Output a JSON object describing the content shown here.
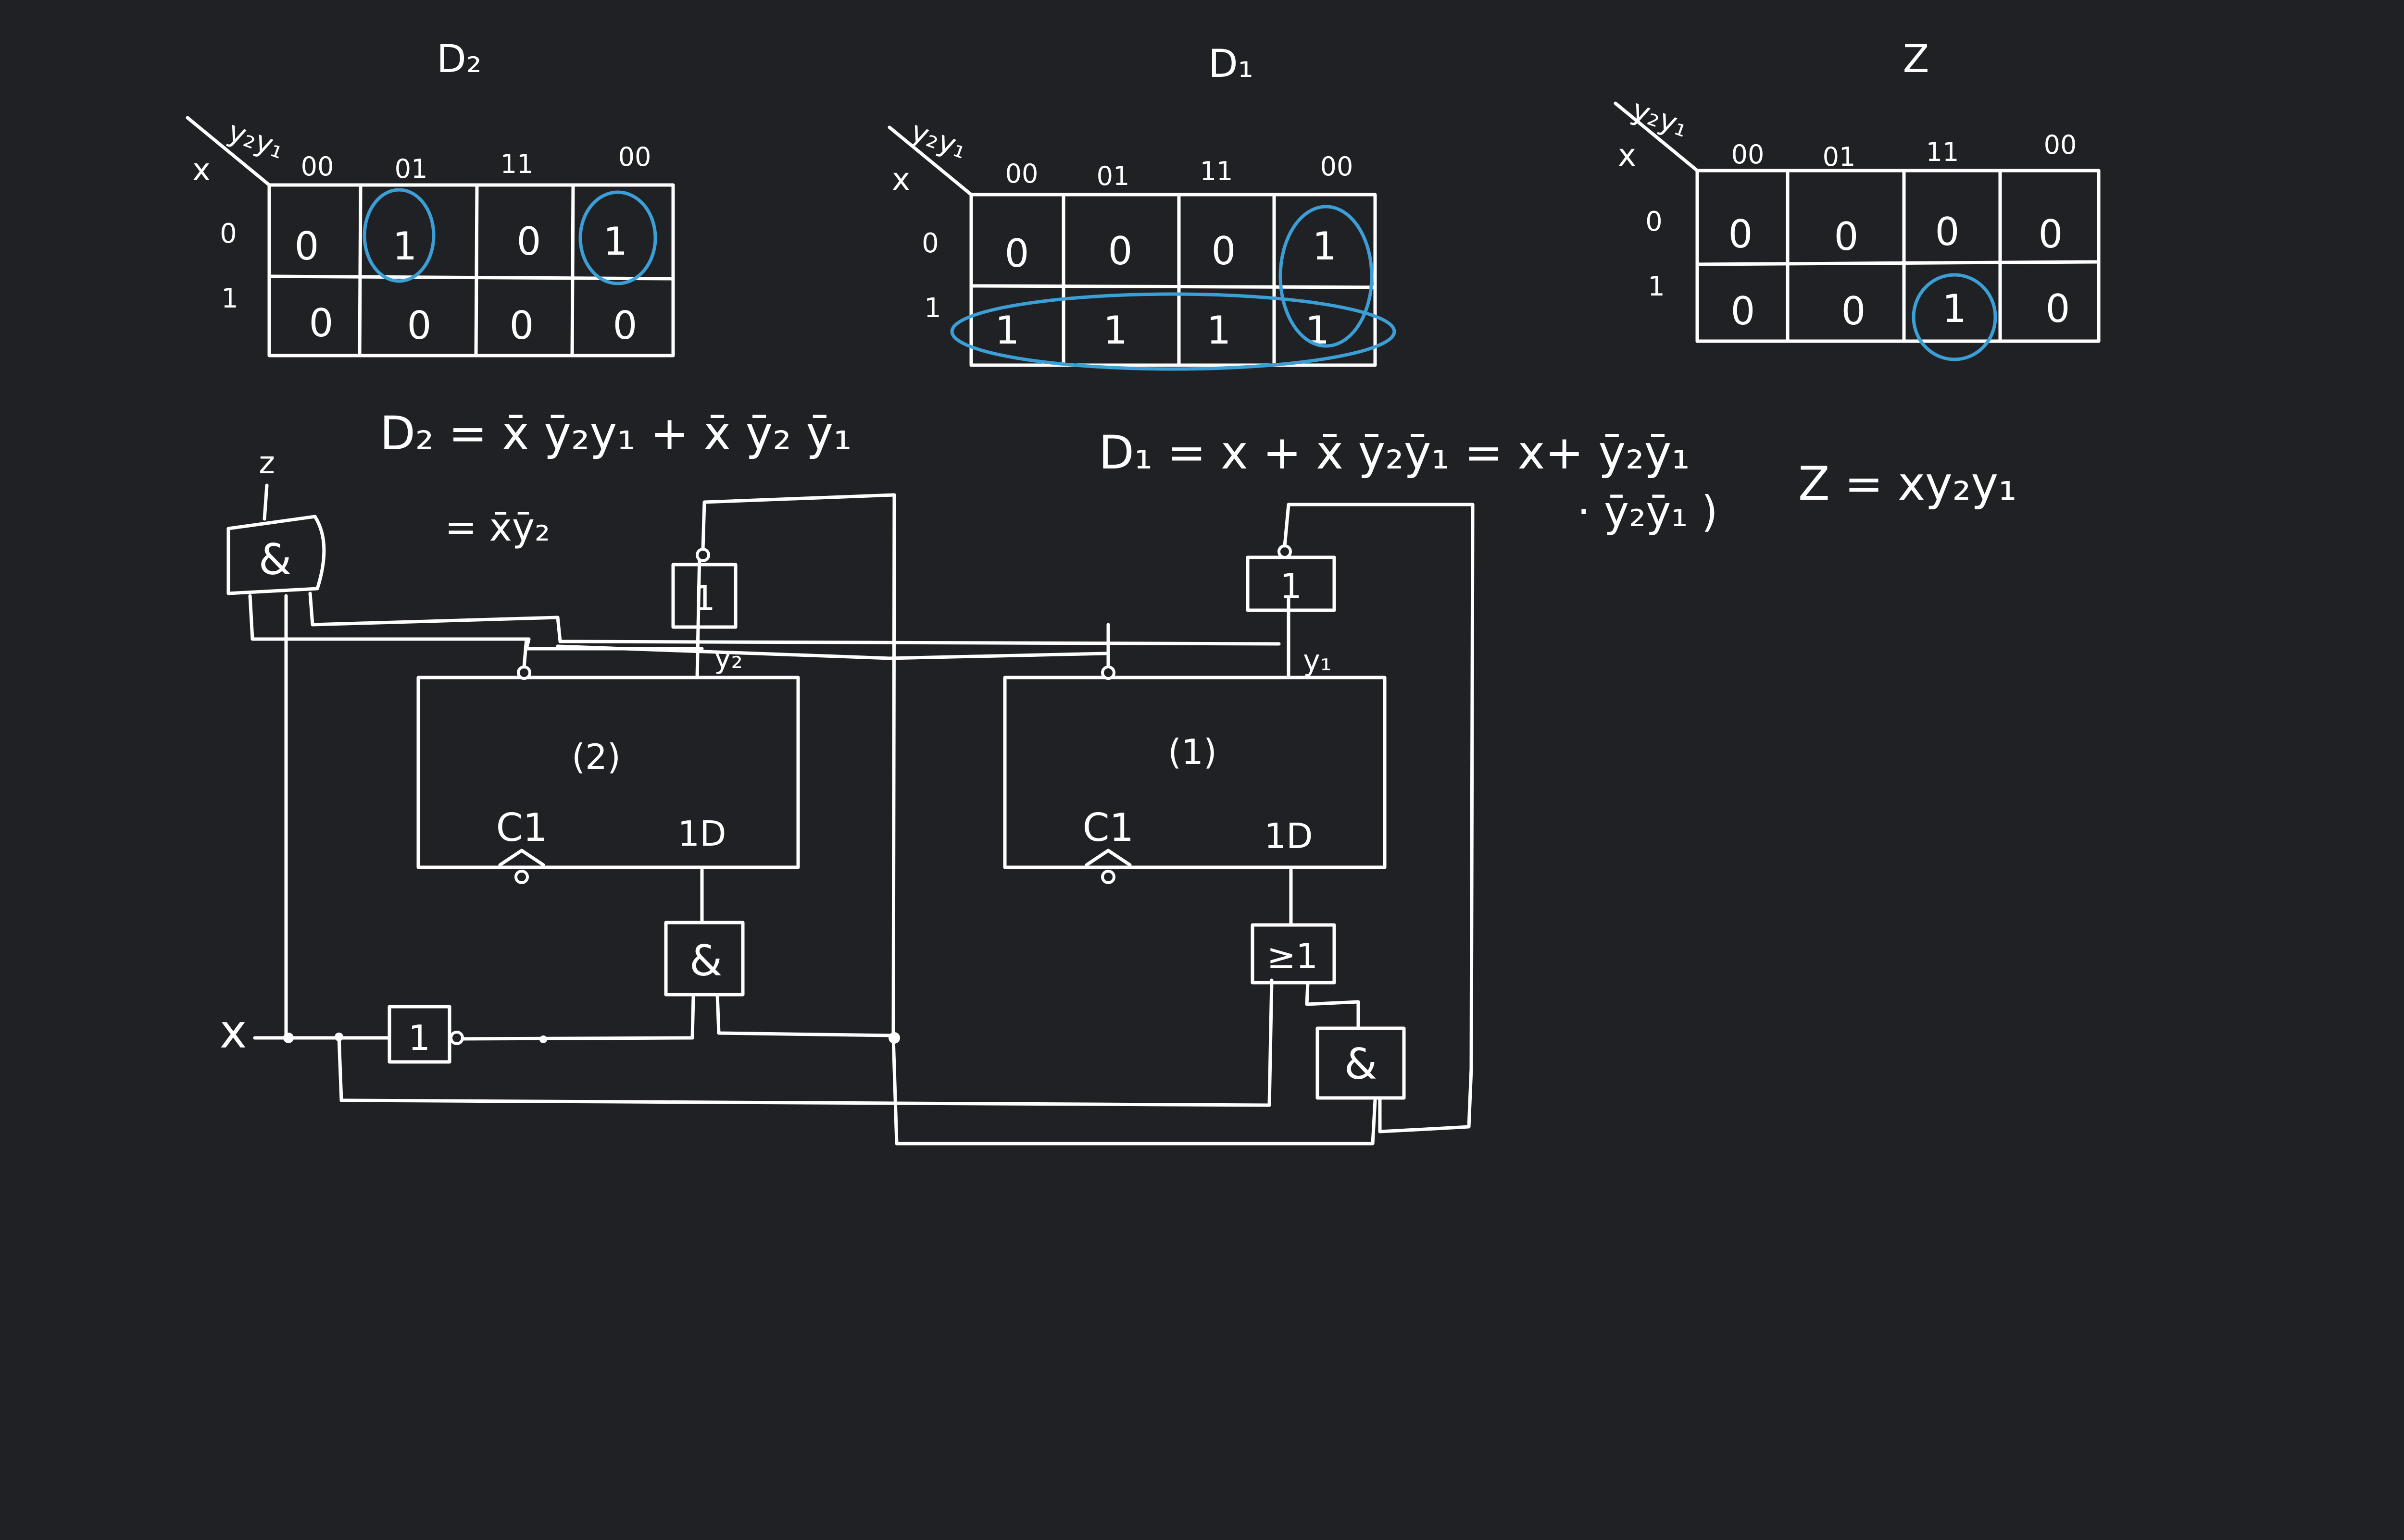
{
  "kmaps": [
    {
      "title": "D₂",
      "corner_col": "y₂y₁",
      "corner_row": "x",
      "col_labels": [
        "00",
        "01",
        "11",
        "00"
      ],
      "row_labels": [
        "0",
        "1"
      ],
      "cells": [
        [
          "0",
          "1",
          "0",
          "1"
        ],
        [
          "0",
          "0",
          "0",
          "0"
        ]
      ]
    },
    {
      "title": "D₁",
      "corner_col": "y₂y₁",
      "corner_row": "x",
      "col_labels": [
        "00",
        "01",
        "11",
        "00"
      ],
      "row_labels": [
        "0",
        "1"
      ],
      "cells": [
        [
          "0",
          "0",
          "0",
          "1"
        ],
        [
          "1",
          "1",
          "1",
          "1"
        ]
      ]
    },
    {
      "title": "Z",
      "corner_col": "y₂y₁",
      "corner_row": "x",
      "col_labels": [
        "00",
        "01",
        "11",
        "00"
      ],
      "row_labels": [
        "0",
        "1"
      ],
      "cells": [
        [
          "0",
          "0",
          "0",
          "0"
        ],
        [
          "0",
          "0",
          "1",
          "0"
        ]
      ]
    }
  ],
  "equations": {
    "d2_line1": "D₂ =  x̄ ȳ₂y₁  +  x̄ ȳ₂ ȳ₁",
    "d2_line2": "= x̄ȳ₂",
    "d1_line1": "D₁ = x +  x̄ ȳ₂ȳ₁  =  x+ ȳ₂ȳ₁",
    "d1_line2": "· ȳ₂ȳ₁ )",
    "z_line": "Z = xy₂y₁"
  },
  "circuit": {
    "z_label": "z",
    "x_label": "x",
    "and_out_label": "&",
    "ff2_label": "(2)",
    "ff1_label": "(1)",
    "clk_label": "C1",
    "d_label": "1D",
    "y2_label": "y₂",
    "y1_label": "y₁",
    "one_label": "1",
    "and_label": "&",
    "or_label": "≥1"
  },
  "colors": {
    "background": "#202124",
    "ink": "#ffffff",
    "highlight": "#3b9fd6"
  }
}
